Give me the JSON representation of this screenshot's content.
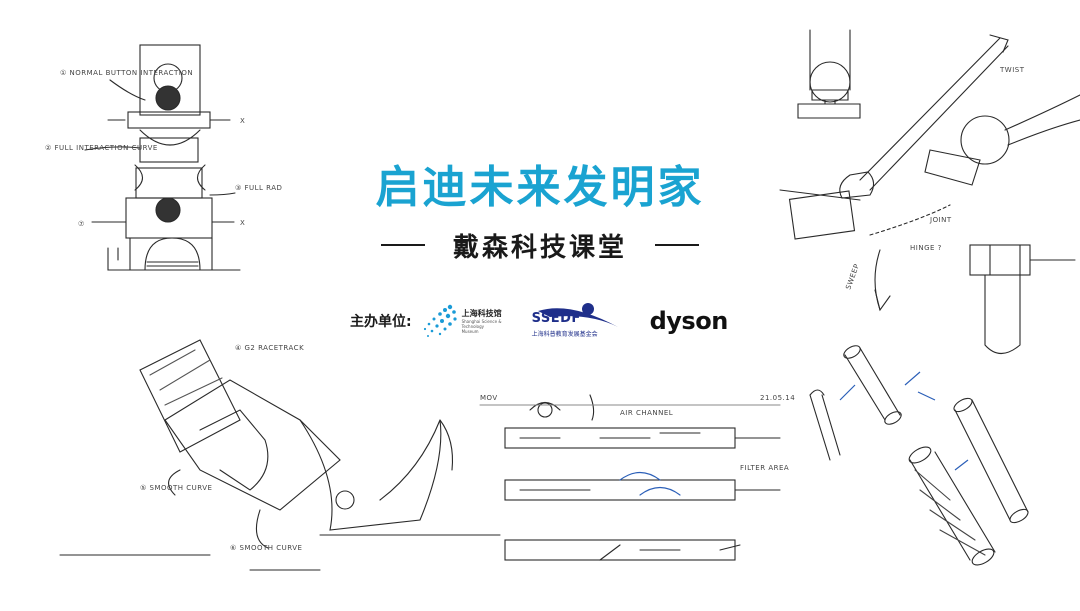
{
  "banner": {
    "title": "启迪未来发明家",
    "subtitle": "戴森科技课堂",
    "sponsor_label": "主办单位:"
  },
  "logos": {
    "sstb_cn": "上海科技馆",
    "sstb_en": "Shanghai Science & Technology Museum",
    "ssedf_en": "SSEDF",
    "ssedf_cn": "上海科普教育发展基金会",
    "dyson": "dyson"
  },
  "annotations": {
    "a1": "① NORMAL BUTTON INTERACTION",
    "a2": "② FULL INTERACTION CURVE",
    "a3": "③ FULL RAD",
    "a4": "⑦",
    "a5": "X",
    "a6": "X",
    "a7": "④ G2 RACETRACK",
    "a8": "⑤ SMOOTH CURVE",
    "a9": "⑥ SMOOTH CURVE",
    "a10": "TWIST",
    "a11": "JOINT",
    "a12": "HINGE ?",
    "a13": "SWEEP",
    "a14": "MOV",
    "a15": "21.05.14",
    "a16": "AIR CHANNEL",
    "a17": "FILTER AREA"
  },
  "colors": {
    "title": "#1aa3d1",
    "text": "#1a1a1a",
    "ssedf_blue": "#1f2f8a",
    "sstb_blue": "#1a9bd7",
    "sketch_line": "#2a2a2a",
    "sketch_arrow": "#2b5fb8"
  }
}
